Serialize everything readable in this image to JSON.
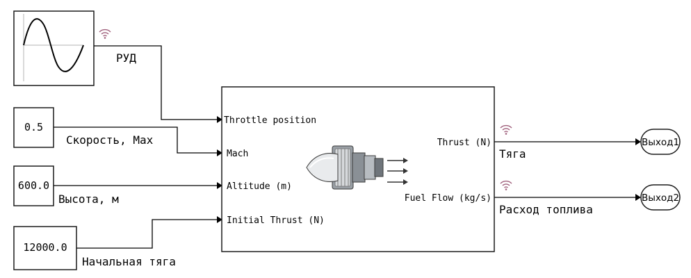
{
  "source_block": {
    "icon": "sine-wave-icon"
  },
  "constants": [
    {
      "value": "0.5"
    },
    {
      "value": "600.0"
    },
    {
      "value": "12000.0"
    }
  ],
  "signals": {
    "throttle": "РУД",
    "speed": "Скорость, Мах",
    "altitude": "Высота, м",
    "initial_thrust": "Начальная тяга",
    "thrust": "Тяга",
    "fuel_flow": "Расход топлива"
  },
  "engine_block": {
    "icon": "turbofan-engine-icon",
    "inputs": [
      "Throttle position",
      "Mach",
      "Altitude (m)",
      "Initial Thrust (N)"
    ],
    "outputs": [
      "Thrust (N)",
      "Fuel Flow (kg/s)"
    ]
  },
  "outports": [
    {
      "label": "Выход1"
    },
    {
      "label": "Выход2"
    }
  ],
  "colors": {
    "signal_logging_icon": "#a0607c"
  }
}
